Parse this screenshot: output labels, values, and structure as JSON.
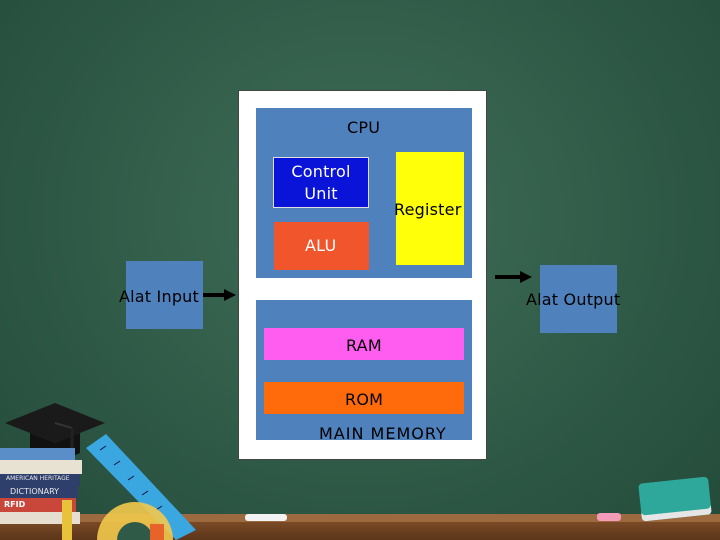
{
  "diagram": {
    "cpu_title": "CPU",
    "control_unit": "Control Unit",
    "register": "Register",
    "alu": "ALU",
    "input": "Alat Input",
    "output": "Alat Output",
    "ram": "RAM",
    "rom": "ROM",
    "main_memory": "MAIN MEMORY"
  },
  "colors": {
    "chalkboard": "#2f5a47",
    "block_blue": "#4f81bd",
    "control_unit": "#0a14d8",
    "register": "#ffff0a",
    "alu": "#f0552c",
    "ram": "#ff5cf0",
    "rom": "#ff6a0a"
  },
  "decoration": {
    "book_dictionary": "DICTIONARY",
    "book_american": "AMERICAN HERITAGE",
    "book_rfid": "RFID"
  }
}
